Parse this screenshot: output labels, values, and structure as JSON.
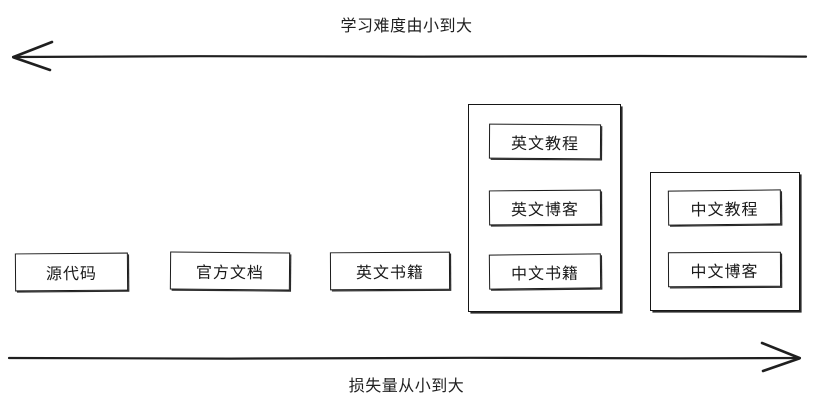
{
  "diagram": {
    "top_axis": {
      "label": "学习难度由小到大",
      "direction": "left"
    },
    "bottom_axis": {
      "label": "损失量从小到大",
      "direction": "right"
    },
    "nodes": [
      {
        "id": "source-code",
        "label": "源代码"
      },
      {
        "id": "official-docs",
        "label": "官方文档"
      },
      {
        "id": "english-books",
        "label": "英文书籍"
      },
      {
        "id": "english-tutorials",
        "label": "英文教程"
      },
      {
        "id": "english-blogs",
        "label": "英文博客"
      },
      {
        "id": "chinese-books",
        "label": "中文书籍"
      },
      {
        "id": "chinese-tutorials",
        "label": "中文教程"
      },
      {
        "id": "chinese-blogs",
        "label": "中文博客"
      }
    ],
    "groups": [
      {
        "id": "group-middle",
        "members": [
          "英文教程",
          "英文博客",
          "中文书籍"
        ]
      },
      {
        "id": "group-right",
        "members": [
          "中文教程",
          "中文博客"
        ]
      }
    ],
    "colors": {
      "stroke": "#1b1b1b",
      "text": "#1a1a1a",
      "background": "#ffffff"
    }
  }
}
